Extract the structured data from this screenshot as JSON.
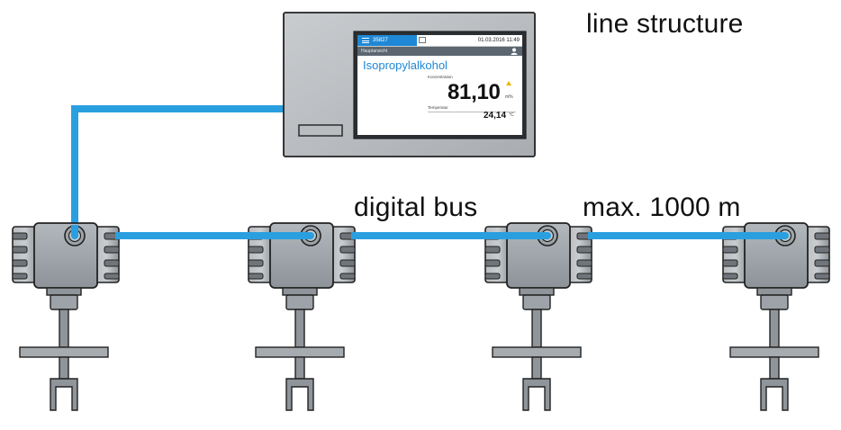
{
  "labels": {
    "line_structure": "line structure",
    "digital_bus": "digital bus",
    "max_distance": "max. 1000 m"
  },
  "display": {
    "tab_label": "35827",
    "datetime": "01.03.2016 11:49",
    "subbar_label": "Hauptansicht",
    "title": "Isopropylalkohol",
    "measure_label": "Konzentration",
    "measure_value": "81,10",
    "measure_unit": "m%",
    "temp_label": "Temperatur",
    "temp_value": "24,14",
    "temp_unit": "°C"
  },
  "colors": {
    "cable": "#2a9fe0",
    "housing": "#9aa0a6",
    "housing_dark": "#6b7177",
    "display_frame": "#b9bdc0",
    "accent": "#1e88d6",
    "warning": "#f0b400"
  },
  "icons": {
    "menu": "hamburger-menu-icon",
    "user": "user-icon",
    "warning": "warning-triangle-icon"
  }
}
